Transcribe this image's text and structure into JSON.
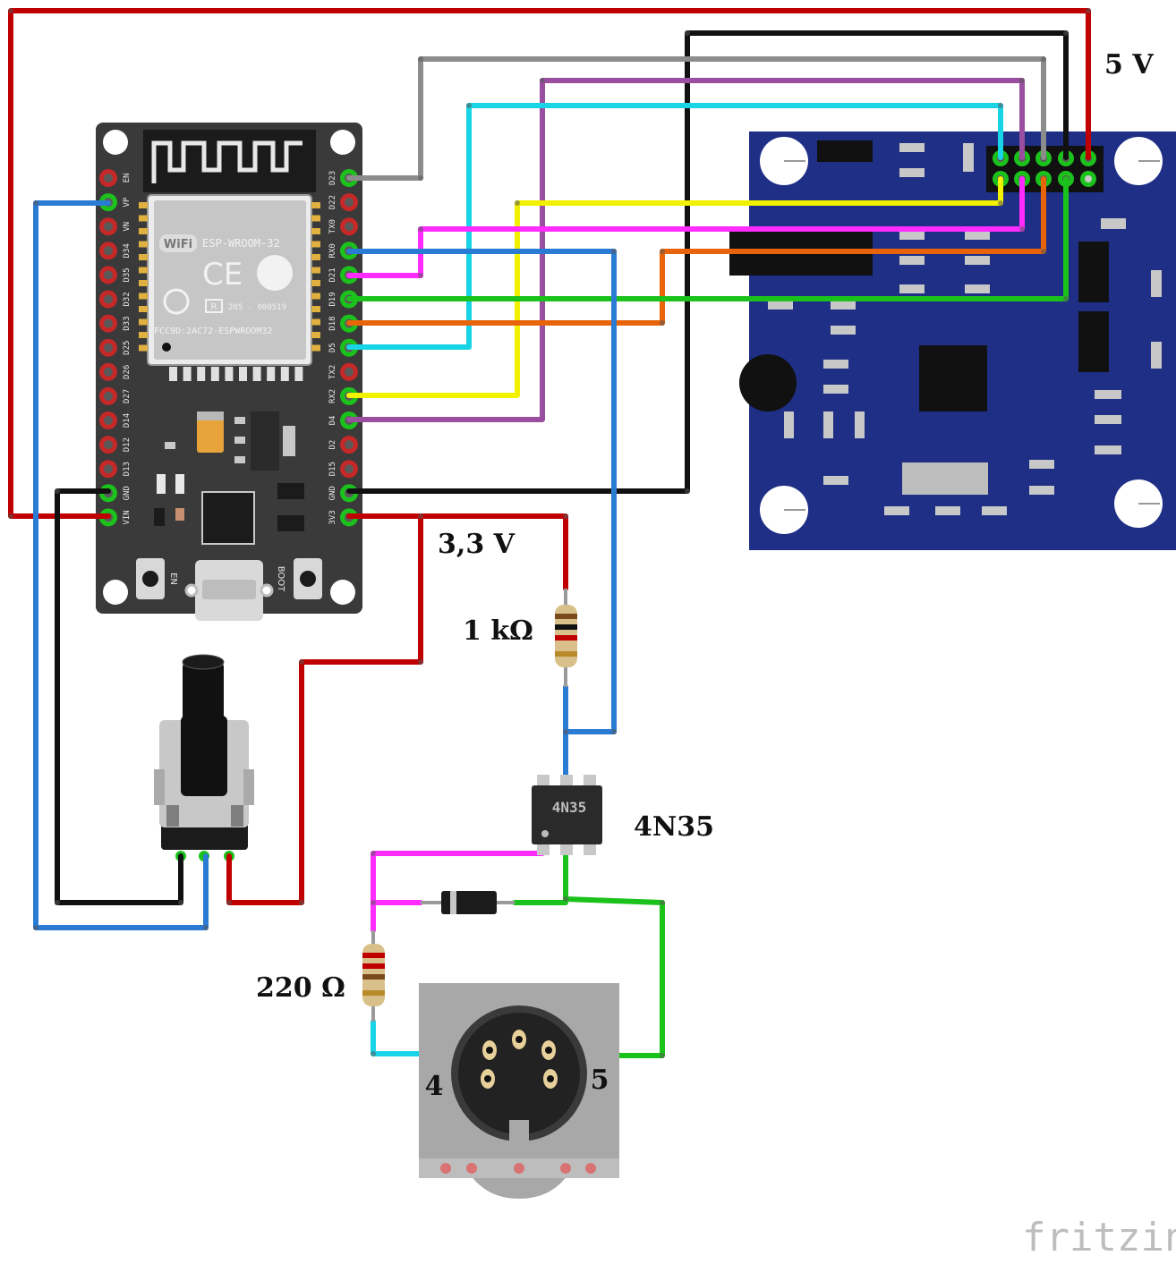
{
  "labels": {
    "voltage_5v": "5 V",
    "voltage_3v3": "3,3 V",
    "resistor_1k": "1 kΩ",
    "resistor_220": "220 Ω",
    "optocoupler": "4N35",
    "din_pin_4": "4",
    "din_pin_5": "5"
  },
  "esp32": {
    "module_name": "ESP-WROOM-32",
    "wifi_text": "WiFi",
    "fcc_text": "FCC9D:2AC72-ESPWROOM32",
    "r_text": "205 - 000519",
    "en_button": "EN",
    "boot_button": "BOOT",
    "left_pins": [
      "EN",
      "VP",
      "VN",
      "D34",
      "D35",
      "D32",
      "D33",
      "D25",
      "D26",
      "D27",
      "D14",
      "D12",
      "D13",
      "GND",
      "VIN"
    ],
    "right_pins": [
      "D23",
      "D22",
      "TX0",
      "RX0",
      "D21",
      "D19",
      "D18",
      "D5",
      "TX2",
      "RX2",
      "D4",
      "D2",
      "D15",
      "GND",
      "3V3"
    ]
  },
  "chip_4n35": {
    "marking": "4N35"
  },
  "branding": {
    "logo": "fritzing"
  },
  "colors": {
    "red": "#c00000",
    "black": "#111111",
    "blue": "#2a7bd4",
    "gray": "#8c8c8c",
    "purple": "#9a4ea0",
    "cyan": "#19d4e6",
    "yellow": "#f2f200",
    "magenta": "#ff2bff",
    "orange": "#e8640a",
    "green": "#1cc21c",
    "esp_board": "#3a3a3a",
    "module_board": "#1e2f85"
  }
}
